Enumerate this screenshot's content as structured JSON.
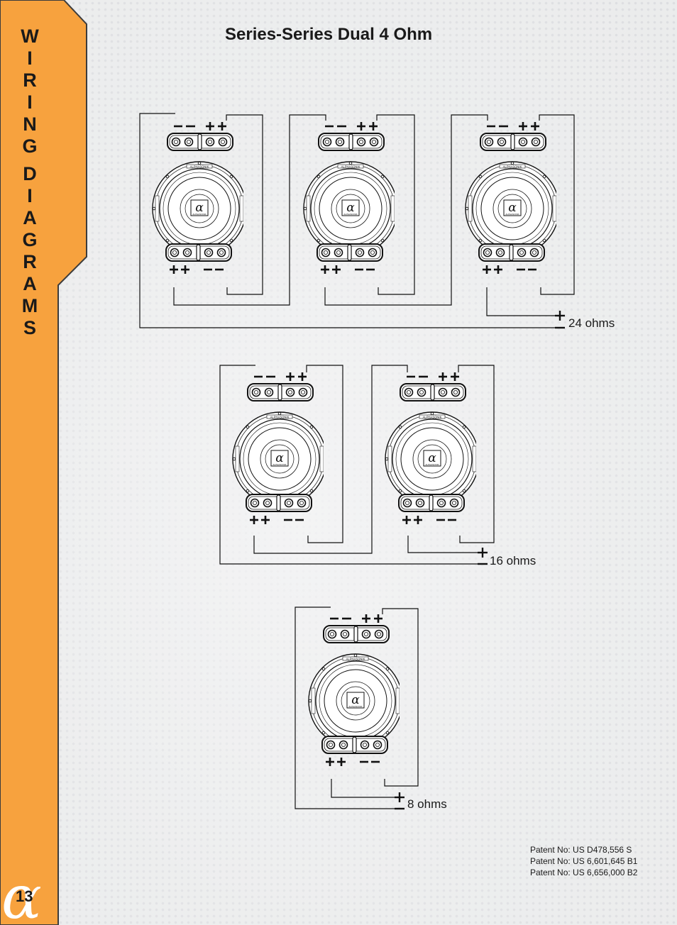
{
  "sidebar": {
    "letters": [
      "W",
      "I",
      "R",
      "I",
      "N",
      "G",
      "D",
      "I",
      "A",
      "G",
      "R",
      "A",
      "M",
      "S"
    ],
    "page_number": "13",
    "logo_glyph": "α",
    "colors": {
      "orange": "#f7a23e",
      "edge": "#3c3c3c"
    }
  },
  "title": "Series-Series Dual 4 Ohm",
  "speaker": {
    "brand_text": "ALPHASONIK",
    "logo_glyph": "α"
  },
  "diagrams": [
    {
      "speaker_count": 3,
      "impedance_label": "24 ohms"
    },
    {
      "speaker_count": 2,
      "impedance_label": "16 ohms"
    },
    {
      "speaker_count": 1,
      "impedance_label": "8 ohms"
    }
  ],
  "patents": [
    "Patent No: US D478,556 S",
    "Patent No: US 6,601,645 B1",
    "Patent No: US 6,656,000 B2"
  ]
}
